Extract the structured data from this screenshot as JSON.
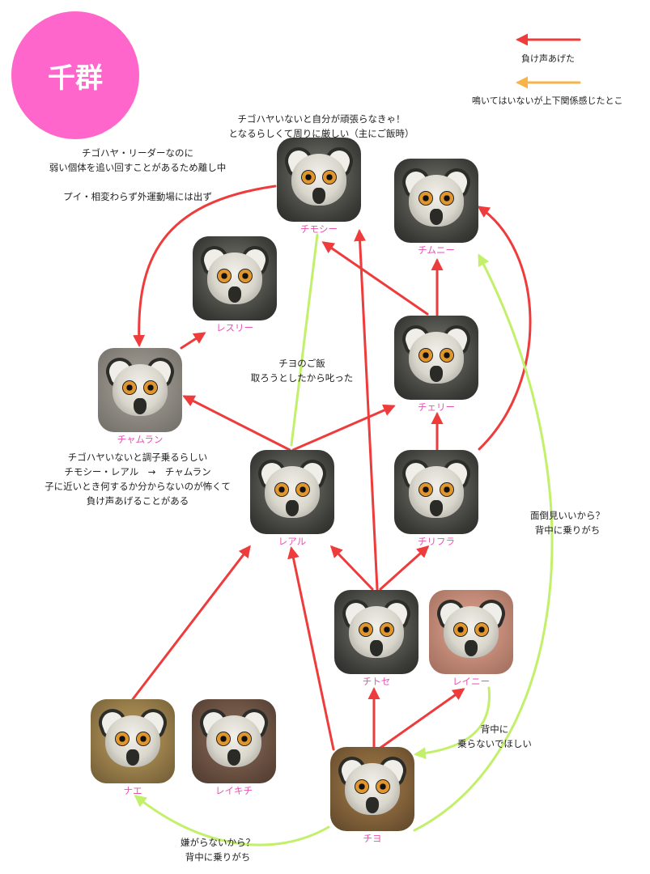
{
  "title": "千群",
  "legend": {
    "red_label": "負け声あげた",
    "orange_label": "鳴いてはいないが上下関係感じたとこ"
  },
  "colors": {
    "red": "#ee3b3b",
    "orange": "#f7b449",
    "green": "#c2f06a",
    "name_pink": "#e94fb0",
    "badge_pink": "#ff66cc"
  },
  "notes": {
    "chimoshi_top": [
      "チゴハヤいないと自分が頑張らなきゃ！",
      "となるらしくて周りに厳しい（主にご飯時）"
    ],
    "left_top": [
      "チゴハヤ・リーダーなのに",
      "弱い個体を追い回すことがあるため離し中",
      "",
      "プイ・相変わらず外運動場には出ず"
    ],
    "chiyo_rice": [
      "チヨのご飯",
      "取ろうとしたから叱った"
    ],
    "chamuran_note": [
      "チゴハヤいないと調子乗るらしい",
      "チモシー・レアル　→　チャムラン",
      "子に近いとき何するか分からないのが怖くて",
      "負け声あげることがある"
    ],
    "mendou": [
      "面倒見いいから？",
      "背中に乗りがち"
    ],
    "senaka": [
      "背中に",
      "乗らないでほしい"
    ],
    "iyagaranai": [
      "嫌がらないから？",
      "背中に乗りがち"
    ]
  },
  "lemurs": {
    "chimoshi": "チモシー",
    "chimuni": "チムニー",
    "resuri": "レスリー",
    "cheri": "チェリー",
    "chamuran": "チャムラン",
    "reaaru": "レアル",
    "chifura": "チリフラ",
    "chitose": "チトセ",
    "reini": "レイニー",
    "nae": "ナエ",
    "reikichi": "レイキチ",
    "chiyo": "チヨ"
  }
}
